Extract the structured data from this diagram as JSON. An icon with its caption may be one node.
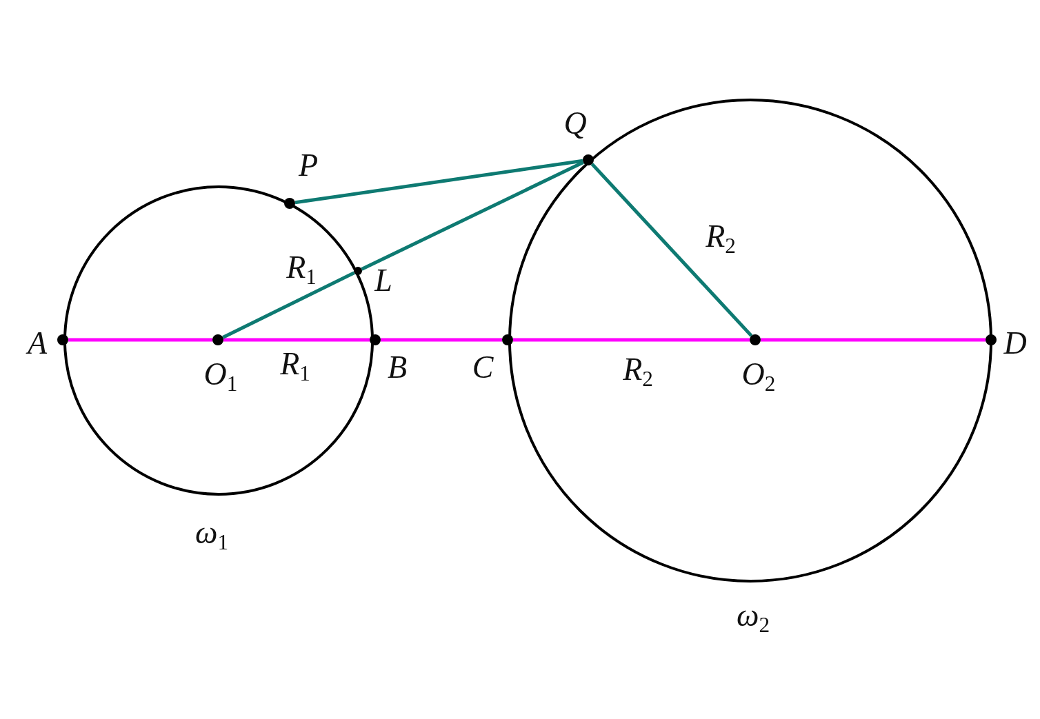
{
  "diagram": {
    "nodes": [
      {
        "text": [
          "ω$_{1}$"
        ]
      },
      {
        "text": [
          "ω$_{2}$"
        ]
      },
      {
        "text": [
          "A"
        ]
      },
      {
        "text": [
          "O$_{1}$"
        ],
        "in": 0
      },
      {
        "text": [
          "B"
        ]
      },
      {
        "text": [
          "C"
        ]
      },
      {
        "text": [
          "O$_{2}$"
        ],
        "in": 1
      },
      {
        "text": [
          "D"
        ]
      },
      {
        "text": [
          "P"
        ]
      },
      {
        "text": [
          "L"
        ]
      },
      {
        "text": [
          "Q"
        ]
      }
    ],
    "edges": [
      {
        "from": 2,
        "to": 3,
        "arrow": "none",
        "color": "#ff00ff"
      },
      {
        "from": 3,
        "to": 4,
        "arrow": "none",
        "label": "R$_{1}$",
        "color": "#ff00ff"
      },
      {
        "from": 4,
        "to": 5,
        "arrow": "none",
        "color": "#ff00ff"
      },
      {
        "from": 5,
        "to": 6,
        "arrow": "none",
        "label": "R$_{2}$",
        "color": "#ff00ff"
      },
      {
        "from": 6,
        "to": 7,
        "arrow": "none",
        "color": "#ff00ff"
      },
      {
        "from": 8,
        "to": 10,
        "arrow": "none",
        "color": "#0e7a72"
      },
      {
        "from": 3,
        "to": 9,
        "arrow": "none",
        "label": "R$_{1}$",
        "color": "#0e7a72"
      },
      {
        "from": 9,
        "to": 10,
        "arrow": "none",
        "color": "#0e7a72"
      },
      {
        "from": 10,
        "to": 6,
        "arrow": "none",
        "label": "R$_{2}$",
        "color": "#0e7a72"
      }
    ]
  }
}
